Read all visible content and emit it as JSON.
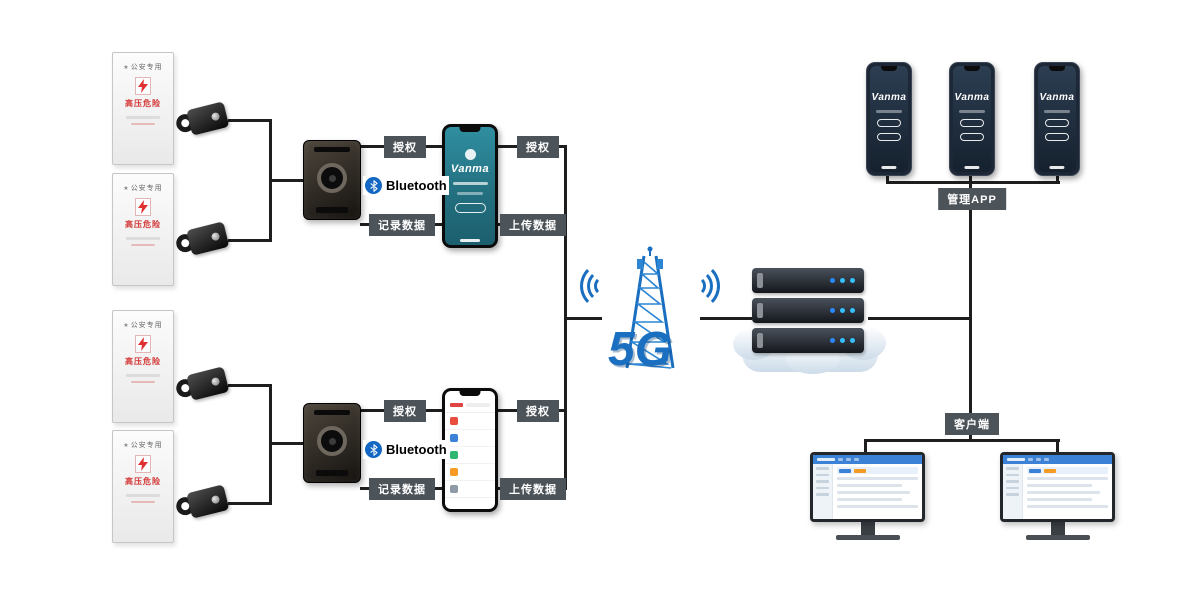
{
  "colors": {
    "badge_bg": "#4c5359",
    "line": "#1e1e1e",
    "accent_blue": "#1a6fc0",
    "teal_screen": "#27808e",
    "warning_red": "#d33535",
    "orange_accent": "#f59a23"
  },
  "cabinet": {
    "title": "公安专用",
    "warning": "高压危险"
  },
  "flow": {
    "authorize": "授权",
    "bluetooth": "Bluetooth",
    "record_data": "记录数据",
    "upload_data": "上传数据"
  },
  "network": {
    "five_g_label": "5G"
  },
  "cloud": {
    "management_app_label": "管理APP",
    "client_label": "客户端"
  },
  "app": {
    "brand": "Vanma"
  }
}
